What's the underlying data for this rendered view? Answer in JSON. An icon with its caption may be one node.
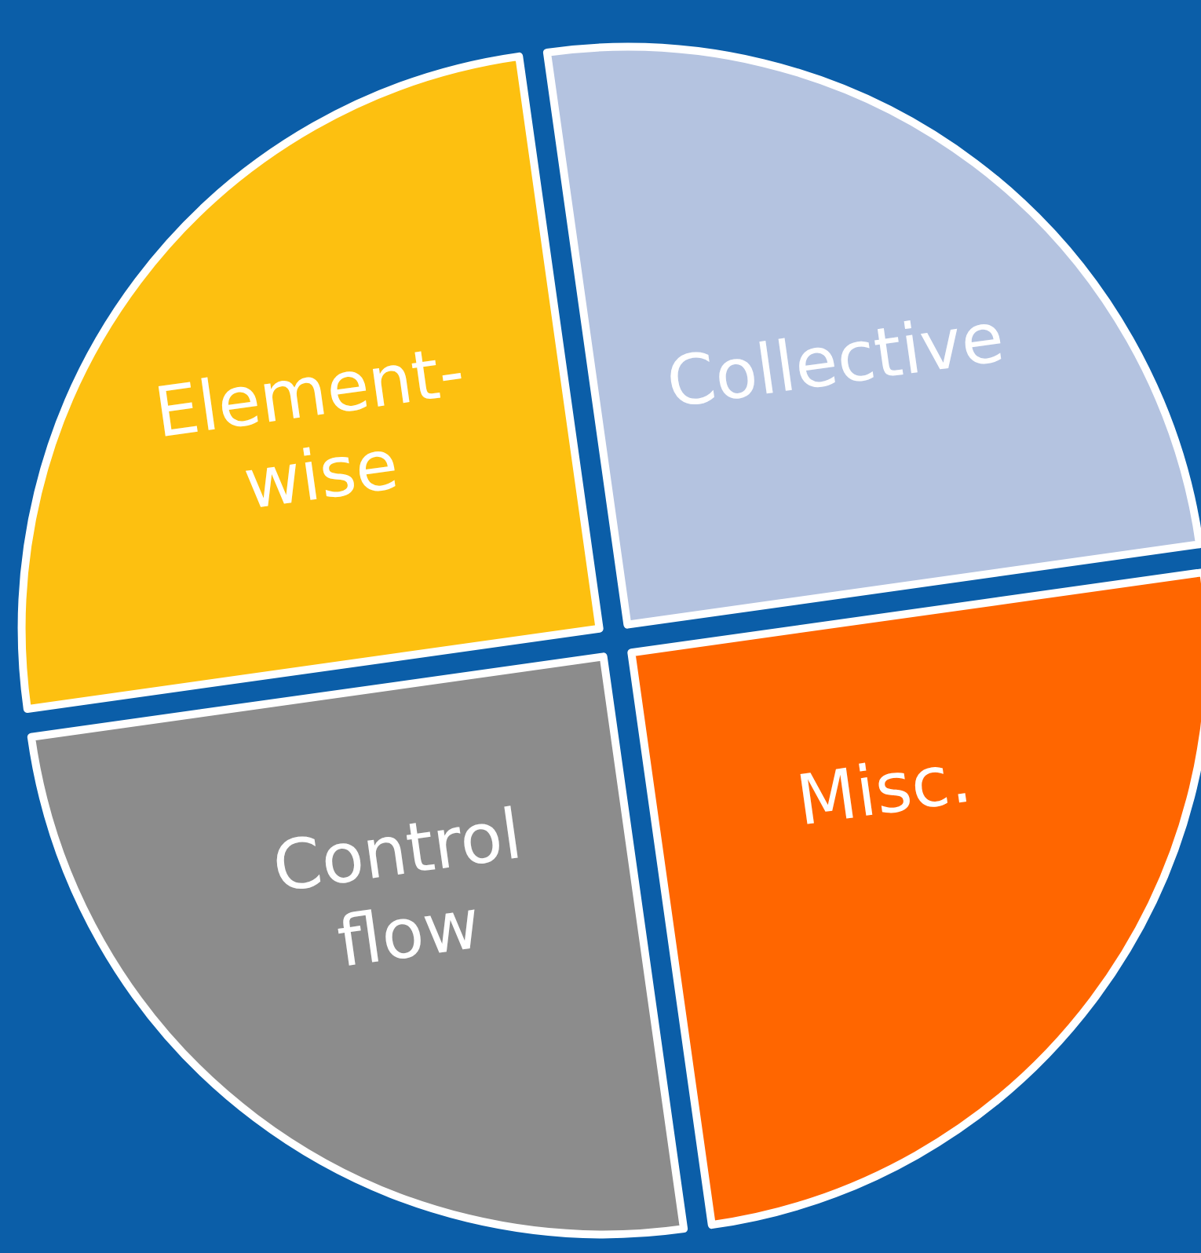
{
  "diagram": {
    "nodes": [
      {
        "text": [
          "Element-wise"
        ]
      },
      {
        "text": [
          "Collective"
        ]
      },
      {
        "text": [
          "Control flow"
        ]
      },
      {
        "text": [
          "Misc."
        ]
      }
    ]
  }
}
